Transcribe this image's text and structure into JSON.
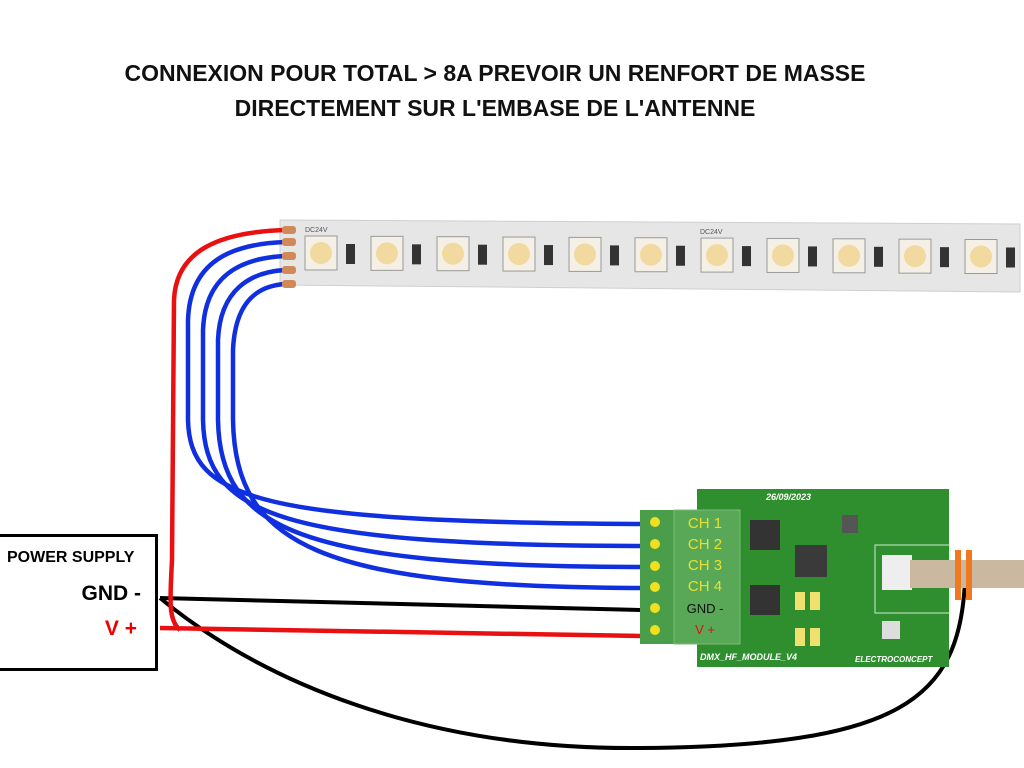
{
  "title": {
    "line1": "CONNEXION POUR TOTAL > 8A PREVOIR UN RENFORT DE MASSE",
    "line2": "DIRECTEMENT SUR L'EMBASE DE L'ANTENNE"
  },
  "power_supply": {
    "label": "POWER SUPPLY",
    "gnd": "GND -",
    "vplus": "V +"
  },
  "led_strip": {
    "marking": "DC24V"
  },
  "terminal_block": {
    "labels": [
      "CH 1",
      "CH 2",
      "CH 3",
      "CH 4",
      "GND -",
      "V +"
    ]
  },
  "pcb": {
    "date": "26/09/2023",
    "name": "DMX_HF_MODULE_V4",
    "brand": "ELECTROCONCEPT"
  },
  "colors": {
    "red": "#e81010",
    "blue": "#1030e0",
    "black": "#000000",
    "pcb": "#2f8f2f",
    "terminal": "#4a9e4a"
  }
}
